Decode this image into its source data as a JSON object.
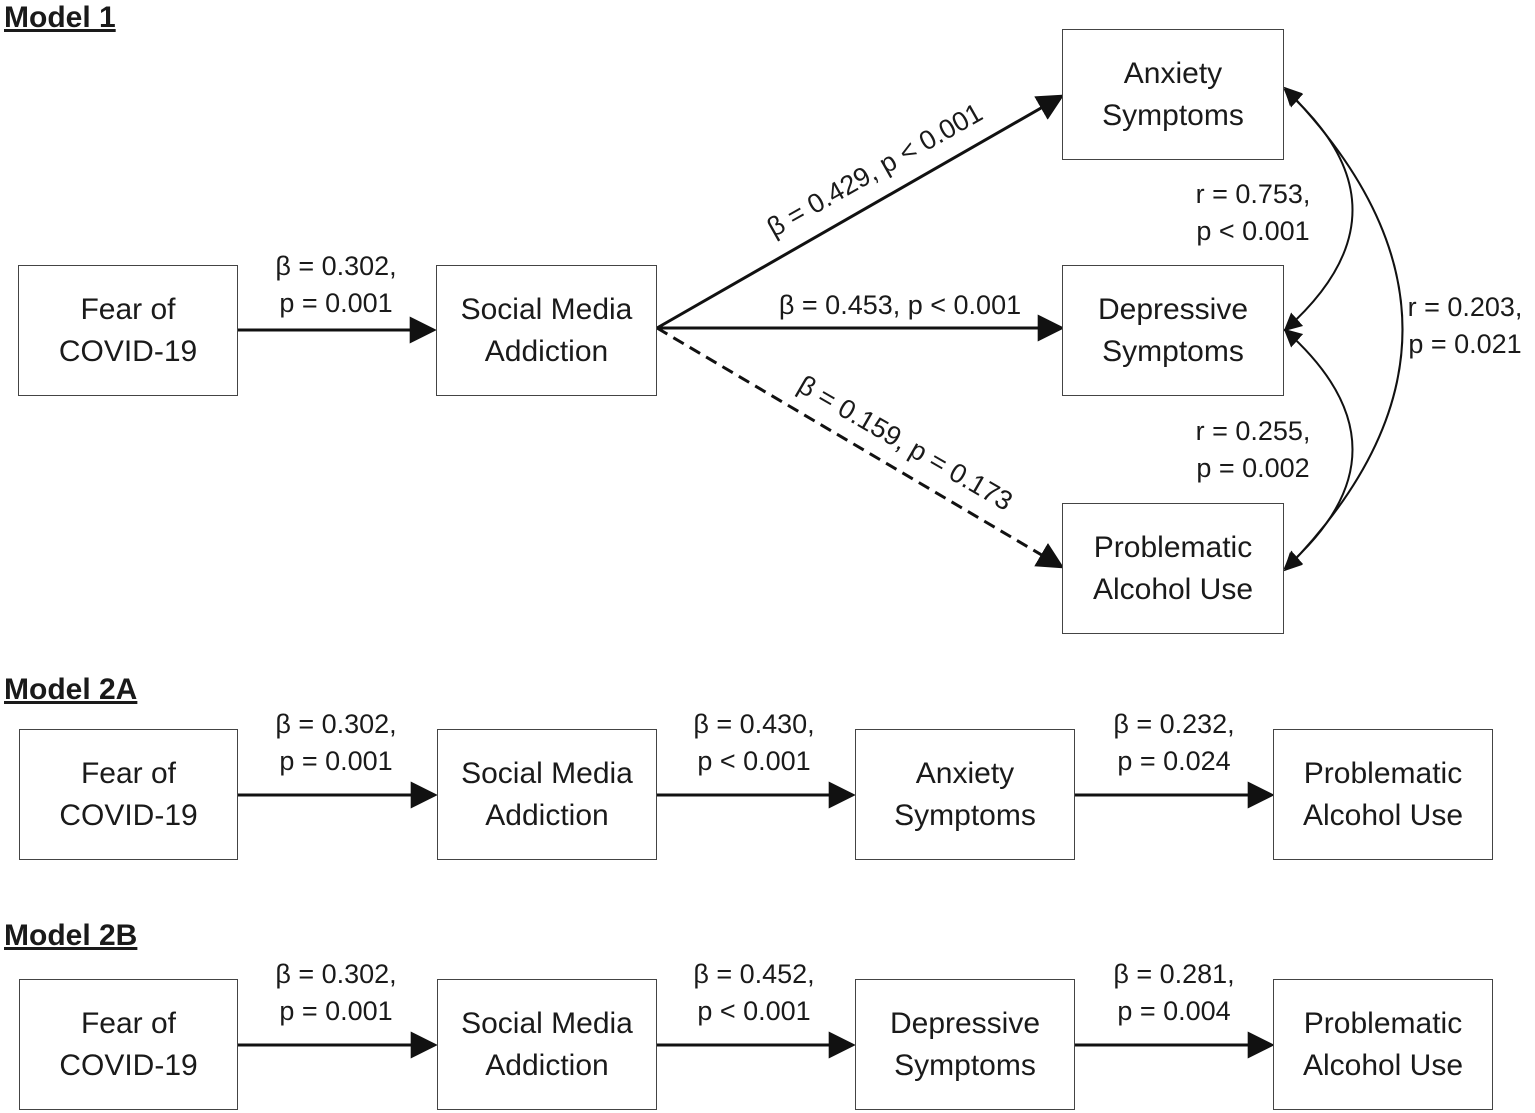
{
  "model1": {
    "title": "Model 1",
    "nodes": {
      "fear": [
        "Fear of",
        "COVID-19"
      ],
      "sma": [
        "Social Media",
        "Addiction"
      ],
      "anxiety": [
        "Anxiety",
        "Symptoms"
      ],
      "depressive": [
        "Depressive",
        "Symptoms"
      ],
      "alcohol": [
        "Problematic",
        "Alcohol Use"
      ]
    },
    "paths": {
      "fear_to_sma": [
        "β = 0.302,",
        "p = 0.001"
      ],
      "sma_to_anxiety": "β = 0.429, p < 0.001",
      "sma_to_depressive": "β = 0.453, p < 0.001",
      "sma_to_alcohol": "β = 0.159, p = 0.173"
    },
    "correlations": {
      "anxiety_depressive": [
        "r = 0.753,",
        "p < 0.001"
      ],
      "depressive_alcohol": [
        "r = 0.255,",
        "p = 0.002"
      ],
      "anxiety_alcohol": [
        "r = 0.203,",
        "p = 0.021"
      ]
    }
  },
  "model2a": {
    "title": "Model 2A",
    "nodes": [
      [
        "Fear of",
        "COVID-19"
      ],
      [
        "Social Media",
        "Addiction"
      ],
      [
        "Anxiety",
        "Symptoms"
      ],
      [
        "Problematic",
        "Alcohol Use"
      ]
    ],
    "paths": [
      [
        "β = 0.302,",
        "p = 0.001"
      ],
      [
        "β = 0.430,",
        "p < 0.001"
      ],
      [
        "β = 0.232,",
        "p = 0.024"
      ]
    ]
  },
  "model2b": {
    "title": "Model 2B",
    "nodes": [
      [
        "Fear of",
        "COVID-19"
      ],
      [
        "Social Media",
        "Addiction"
      ],
      [
        "Depressive",
        "Symptoms"
      ],
      [
        "Problematic",
        "Alcohol Use"
      ]
    ],
    "paths": [
      [
        "β = 0.302,",
        "p = 0.001"
      ],
      [
        "β = 0.452,",
        "p < 0.001"
      ],
      [
        "β = 0.281,",
        "p = 0.004"
      ]
    ]
  },
  "colors": {
    "line": "#111111",
    "box_border": "#444444"
  }
}
